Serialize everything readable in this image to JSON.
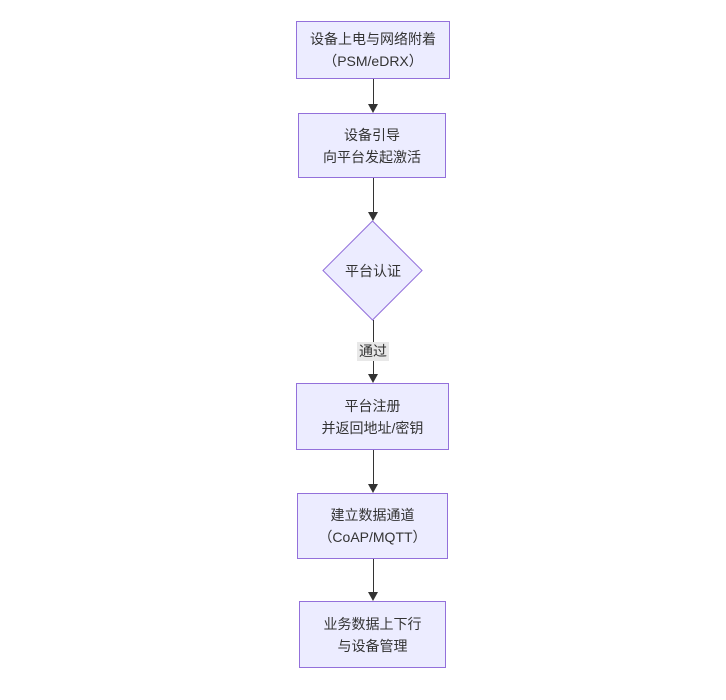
{
  "diagram": {
    "type": "flowchart",
    "direction": "top-down",
    "colors": {
      "background": "#ffffff",
      "node_fill": "#ECECFF",
      "node_border": "#9370DB",
      "arrow_color": "#333333",
      "text_color": "#333333",
      "edge_label_bg": "#e8e8e8"
    },
    "nodes": [
      {
        "id": "power-on-attach",
        "shape": "rect",
        "lines": [
          "设备上电与网络附着",
          "（PSM/eDRX）"
        ]
      },
      {
        "id": "device-bootstrap",
        "shape": "rect",
        "lines": [
          "设备引导",
          "向平台发起激活"
        ]
      },
      {
        "id": "platform-auth",
        "shape": "diamond",
        "lines": [
          "平台认证"
        ]
      },
      {
        "id": "platform-register",
        "shape": "rect",
        "lines": [
          "平台注册",
          "并返回地址/密钥"
        ]
      },
      {
        "id": "data-channel",
        "shape": "rect",
        "lines": [
          "建立数据通道",
          "（CoAP/MQTT）"
        ]
      },
      {
        "id": "business-data",
        "shape": "rect",
        "lines": [
          "业务数据上下行",
          "与设备管理"
        ]
      }
    ],
    "edges": [
      {
        "from": "power-on-attach",
        "to": "device-bootstrap",
        "label": ""
      },
      {
        "from": "device-bootstrap",
        "to": "platform-auth",
        "label": ""
      },
      {
        "from": "platform-auth",
        "to": "platform-register",
        "label": "通过"
      },
      {
        "from": "platform-register",
        "to": "data-channel",
        "label": ""
      },
      {
        "from": "data-channel",
        "to": "business-data",
        "label": ""
      }
    ]
  }
}
